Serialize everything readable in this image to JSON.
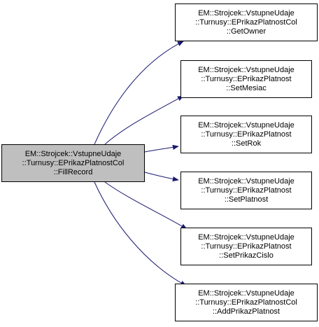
{
  "diagram": {
    "source": {
      "lines": [
        "EM::Strojcek::VstupneUdaje",
        "::Turnusy::EPrikazPlatnostCol",
        "::FillRecord"
      ]
    },
    "targets": [
      {
        "lines": [
          "EM::Strojcek::VstupneUdaje",
          "::Turnusy::EPrikazPlatnostCol",
          "::GetOwner"
        ]
      },
      {
        "lines": [
          "EM::Strojcek::VstupneUdaje",
          "::Turnusy::EPrikazPlatnost",
          "::SetMesiac"
        ]
      },
      {
        "lines": [
          "EM::Strojcek::VstupneUdaje",
          "::Turnusy::EPrikazPlatnost",
          "::SetRok"
        ]
      },
      {
        "lines": [
          "EM::Strojcek::VstupneUdaje",
          "::Turnusy::EPrikazPlatnost",
          "::SetPlatnost"
        ]
      },
      {
        "lines": [
          "EM::Strojcek::VstupneUdaje",
          "::Turnusy::EPrikazPlatnost",
          "::SetPrikazCislo"
        ]
      },
      {
        "lines": [
          "EM::Strojcek::VstupneUdaje",
          "::Turnusy::EPrikazPlatnostCol",
          "::AddPrikazPlatnost"
        ]
      }
    ],
    "colors": {
      "edge": "#191970",
      "source_fill": "#bfbfbf",
      "node_fill": "#ffffff",
      "border": "#000000"
    }
  }
}
